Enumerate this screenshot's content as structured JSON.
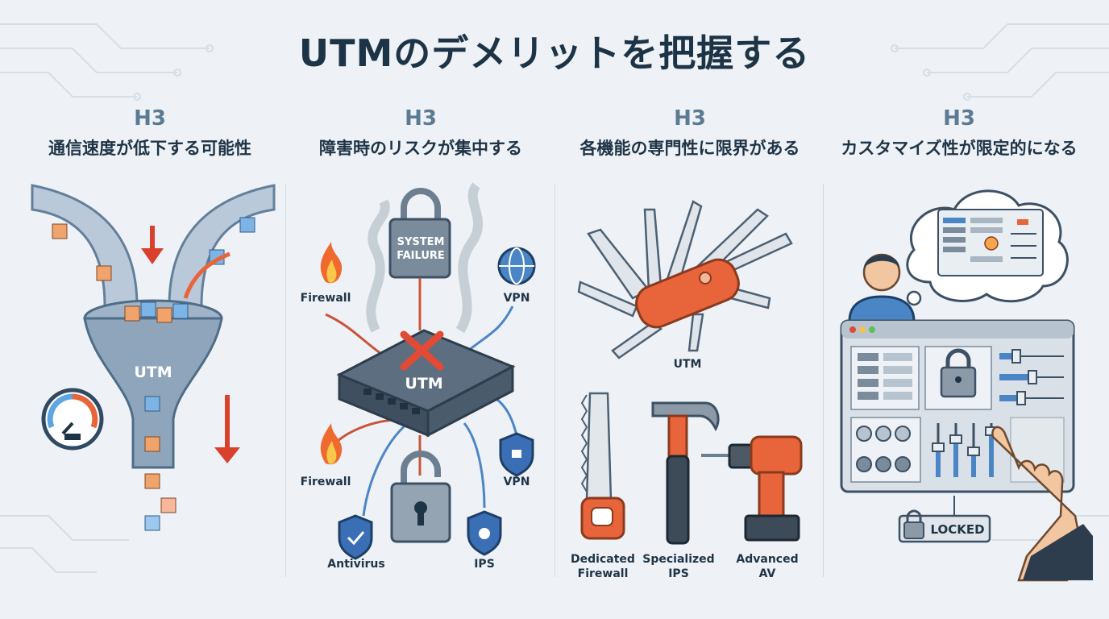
{
  "page": {
    "title": "UTMのデメリットを把握する"
  },
  "panels": [
    {
      "heading": "H3",
      "subtitle": "通信速度が低下する可能性",
      "labels": {
        "device": "UTM"
      }
    },
    {
      "heading": "H3",
      "subtitle": "障害時のリスクが集中する",
      "labels": {
        "lock": "SYSTEM\nFAILURE",
        "device": "UTM",
        "firewall_top": "Firewall",
        "vpn_top": "VPN",
        "firewall_bottom": "Firewall",
        "vpn_bottom": "VPN",
        "antivirus": "Antivirus",
        "ips": "IPS"
      }
    },
    {
      "heading": "H3",
      "subtitle": "各機能の専門性に限界がある",
      "labels": {
        "utm": "UTM",
        "tool1": "Dedicated\nFirewall",
        "tool2": "Specialized\nIPS",
        "tool3": "Advanced\nAV"
      }
    },
    {
      "heading": "H3",
      "subtitle": "カスタマイズ性が限定的になる",
      "labels": {
        "locked": "LOCKED"
      }
    }
  ],
  "colors": {
    "accent_orange": "#e8643a",
    "accent_blue": "#4a86c6",
    "arrow_red": "#d9412d",
    "dark": "#1d3447"
  }
}
